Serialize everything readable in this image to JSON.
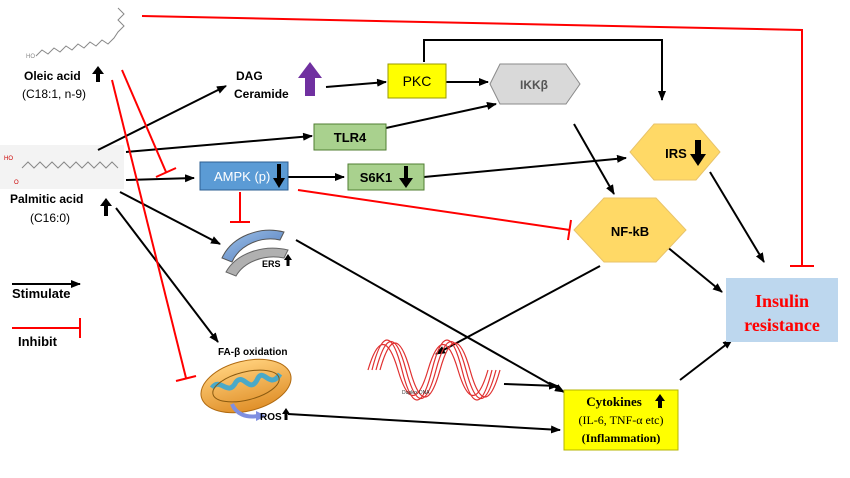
{
  "molecules": {
    "oleic": {
      "name": "Oleic acid",
      "formula": "(C18:1, n-9)",
      "trend": "up"
    },
    "palmitic": {
      "name": "Palmitic acid",
      "formula": "(C16:0)",
      "trend": "up"
    }
  },
  "nodes": {
    "dag": {
      "line1": "DAG",
      "line2": "Ceramide",
      "trend": "up"
    },
    "pkc": {
      "label": "PKC"
    },
    "ikkb": {
      "label": "IKKβ"
    },
    "tlr4": {
      "label": "TLR4"
    },
    "ampk": {
      "label": "AMPK (p)",
      "trend": "down"
    },
    "s6k1": {
      "label": "S6K1",
      "trend": "down"
    },
    "irs": {
      "label": "IRS",
      "trend": "down"
    },
    "nfkb": {
      "label": "NF-kB"
    },
    "ers": {
      "label": "ERS",
      "trend": "up"
    },
    "fa_beta": {
      "label": "FA-β oxidation"
    },
    "ros": {
      "label": "ROS",
      "trend": "up"
    },
    "duplex": {
      "label": "Duplex DNA"
    },
    "cytokines": {
      "line1": "Cytokines",
      "line2": "(IL-6, TNF-α etc)",
      "line3": "(Inflammation)",
      "trend": "up"
    },
    "insulin": {
      "line1": "Insulin",
      "line2": "resistance"
    }
  },
  "legend": {
    "stimulate": "Stimulate",
    "inhibit": "Inhibit"
  },
  "colors": {
    "pkc": "#ffff00",
    "ikkb": "#d9d9d9",
    "tlr4": "#a9d18e",
    "ampk": "#5b9bd5",
    "s6k1": "#a9d18e",
    "irs": "#ffd966",
    "nfkb": "#ffd966",
    "cytokines": "#ffff00",
    "insulin_bg": "#bdd7ee",
    "insulin_text": "#ff0000",
    "inhibit": "#ff0000",
    "dag_arrow": "#7030a0",
    "dna": "#e03030"
  }
}
